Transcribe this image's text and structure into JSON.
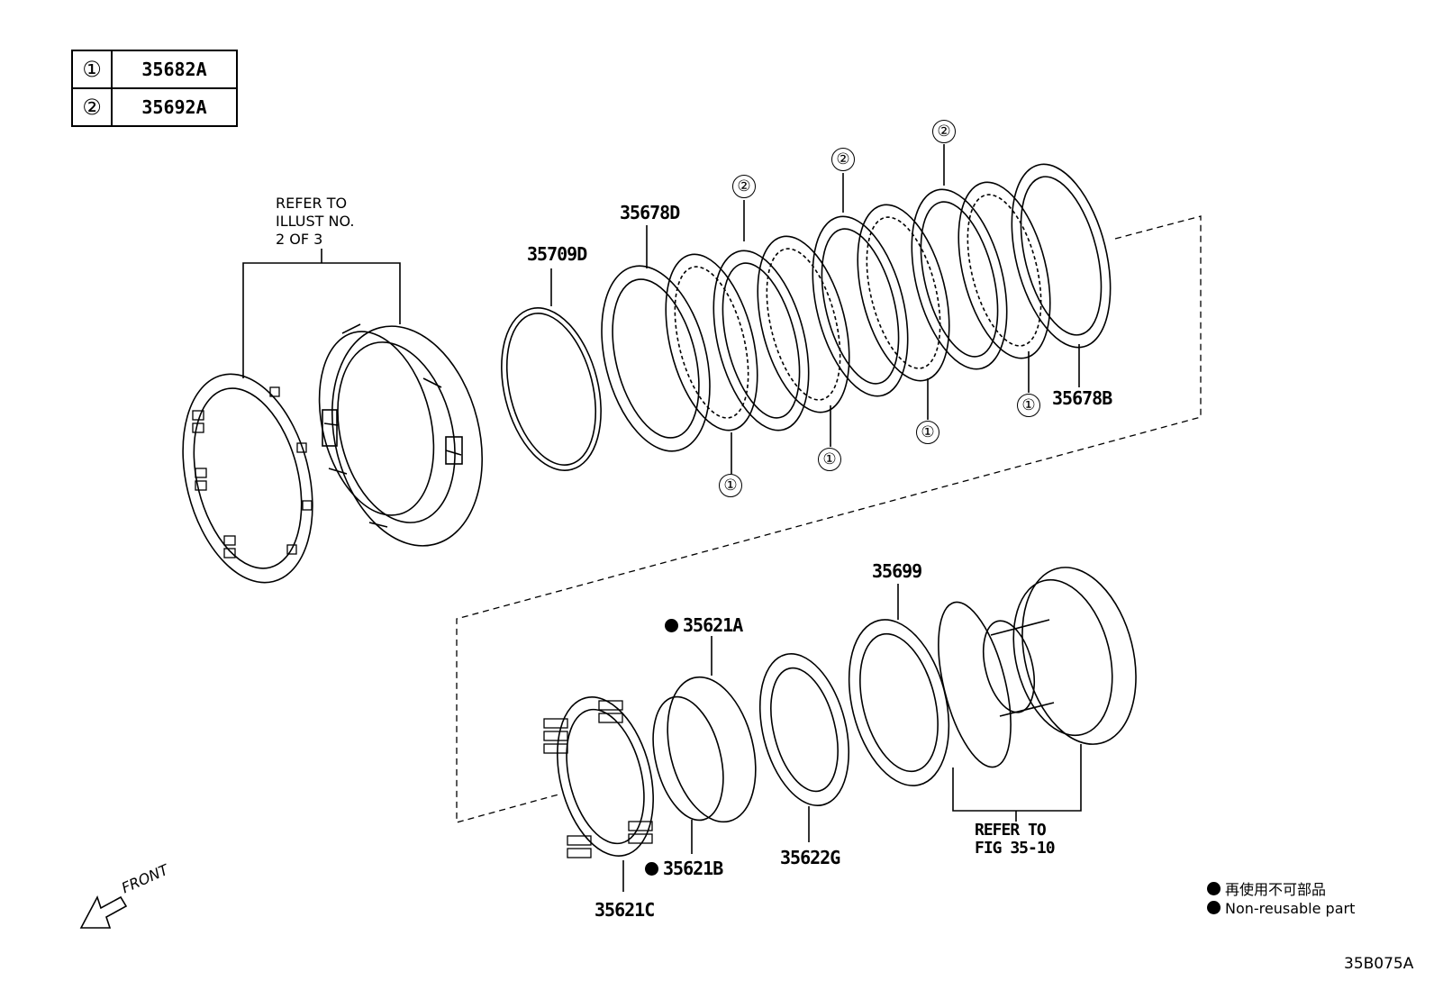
{
  "legend": {
    "rows": [
      {
        "symbol": "①",
        "part": "35682A"
      },
      {
        "symbol": "②",
        "part": "35692A"
      }
    ]
  },
  "notes": {
    "refer_illust": [
      "REFER TO",
      "ILLUST NO.",
      "2 OF 3"
    ],
    "refer_fig": [
      "REFER TO",
      "FIG 35-10"
    ]
  },
  "parts": {
    "p35709D": "35709D",
    "p35678D": "35678D",
    "p35678B": "35678B",
    "p35699": "35699",
    "p35621A": "35621A",
    "p35621B": "35621B",
    "p35621C": "35621C",
    "p35622G": "35622G"
  },
  "markers": {
    "one": "①",
    "two": "②"
  },
  "front_label": "FRONT",
  "nonreusable": {
    "jp": "再使用不可部品",
    "en": "Non-reusable part"
  },
  "figure_id": "35B075A"
}
